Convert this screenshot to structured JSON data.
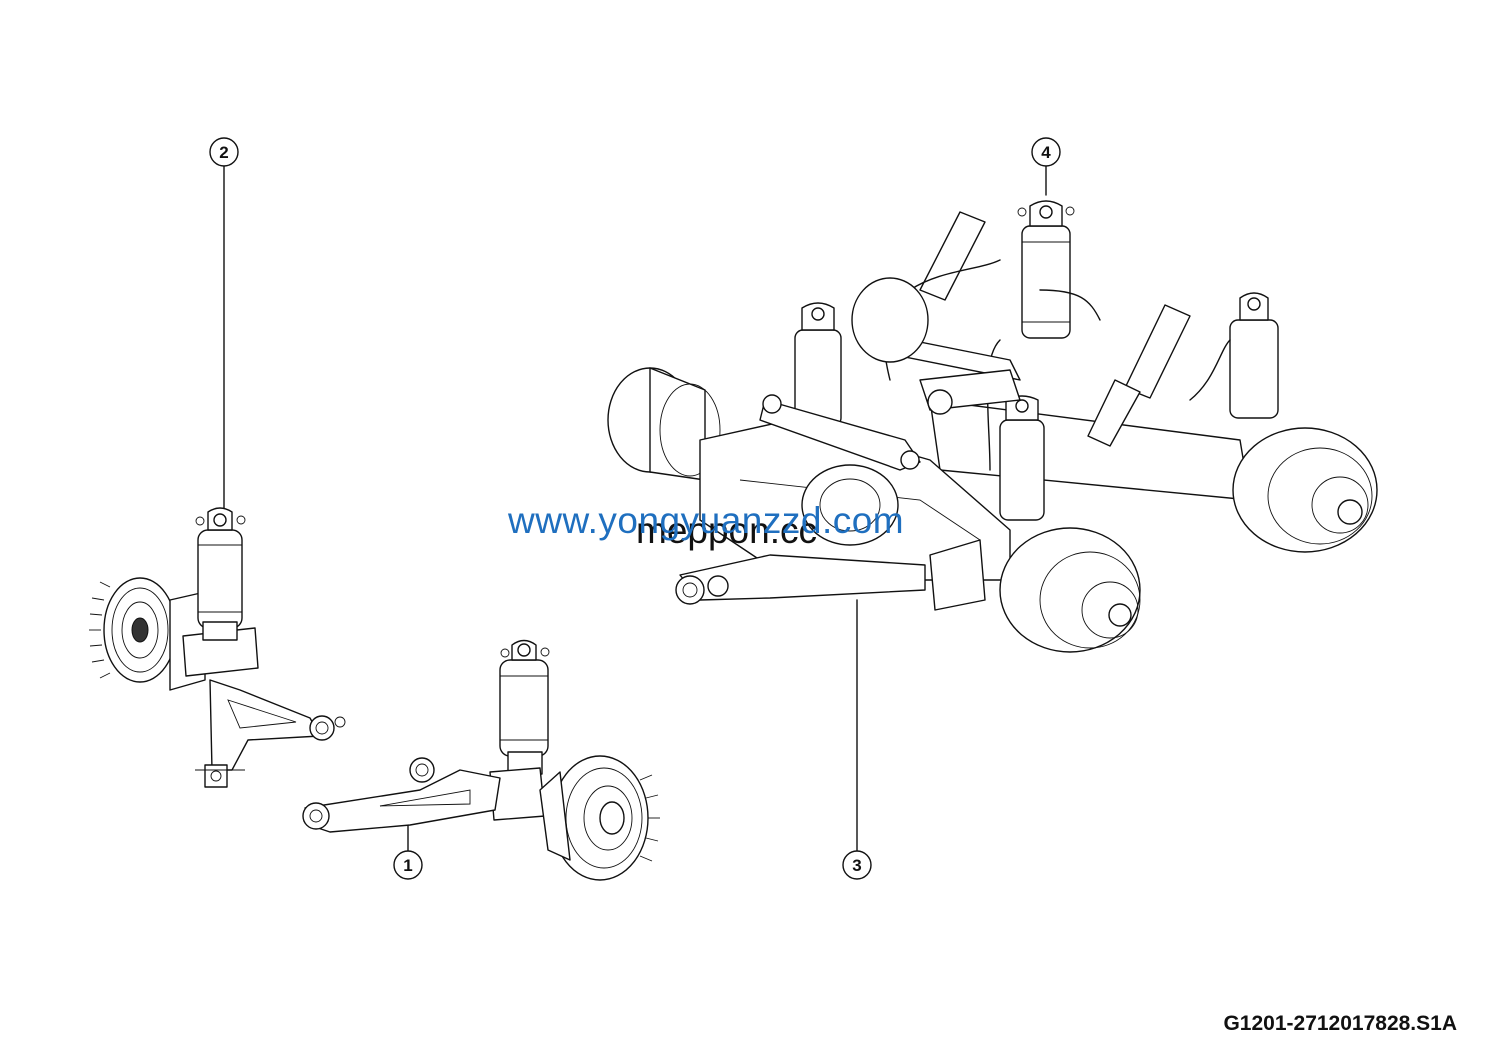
{
  "callouts": [
    {
      "label": "1",
      "part": "left-front-suspension-assembly"
    },
    {
      "label": "2",
      "part": "right-front-suspension-assembly"
    },
    {
      "label": "3",
      "part": "rear-axle-suspension-assembly"
    },
    {
      "label": "4",
      "part": "air-spring-shock-absorber"
    }
  ],
  "watermarks": {
    "primary": "www.yongyuanzzd.com",
    "secondary": "meppon.cc"
  },
  "drawing_id": "G1201-2712017828.S1A",
  "colors": {
    "line": "#111111",
    "background": "#ffffff",
    "watermark": "#1f6fbf"
  }
}
